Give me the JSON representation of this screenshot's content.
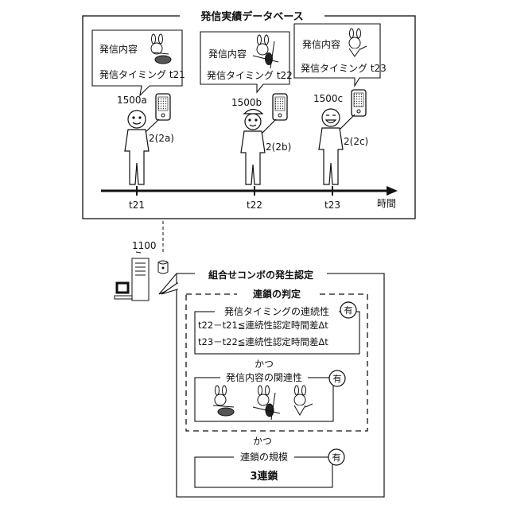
{
  "database": {
    "title": "発信実績データベース",
    "content_label": "発信内容",
    "timing_labels": [
      "発信タイミング t21",
      "発信タイミング t22",
      "発信タイミング t23"
    ],
    "terminals": [
      "1500a",
      "1500b",
      "1500c"
    ],
    "users": [
      "2(2a)",
      "2(2b)",
      "2(2c)"
    ],
    "axis_ticks": [
      "t21",
      "t22",
      "t23"
    ],
    "axis_label": "時間"
  },
  "server": {
    "label": "1100"
  },
  "combo": {
    "title": "組合せコンボの発生認定",
    "chain_title": "連鎖の判定",
    "timing_title": "発信タイミングの連続性",
    "timing_conditions": [
      "t22－t21≦連続性認定時間差Δt",
      "t23－t22≦連続性認定時間差Δt"
    ],
    "and_label": "かつ",
    "content_title": "発信内容の関連性",
    "scale_title": "連鎖の規模",
    "scale_value": "3連鎖",
    "yes_badge": "有"
  }
}
